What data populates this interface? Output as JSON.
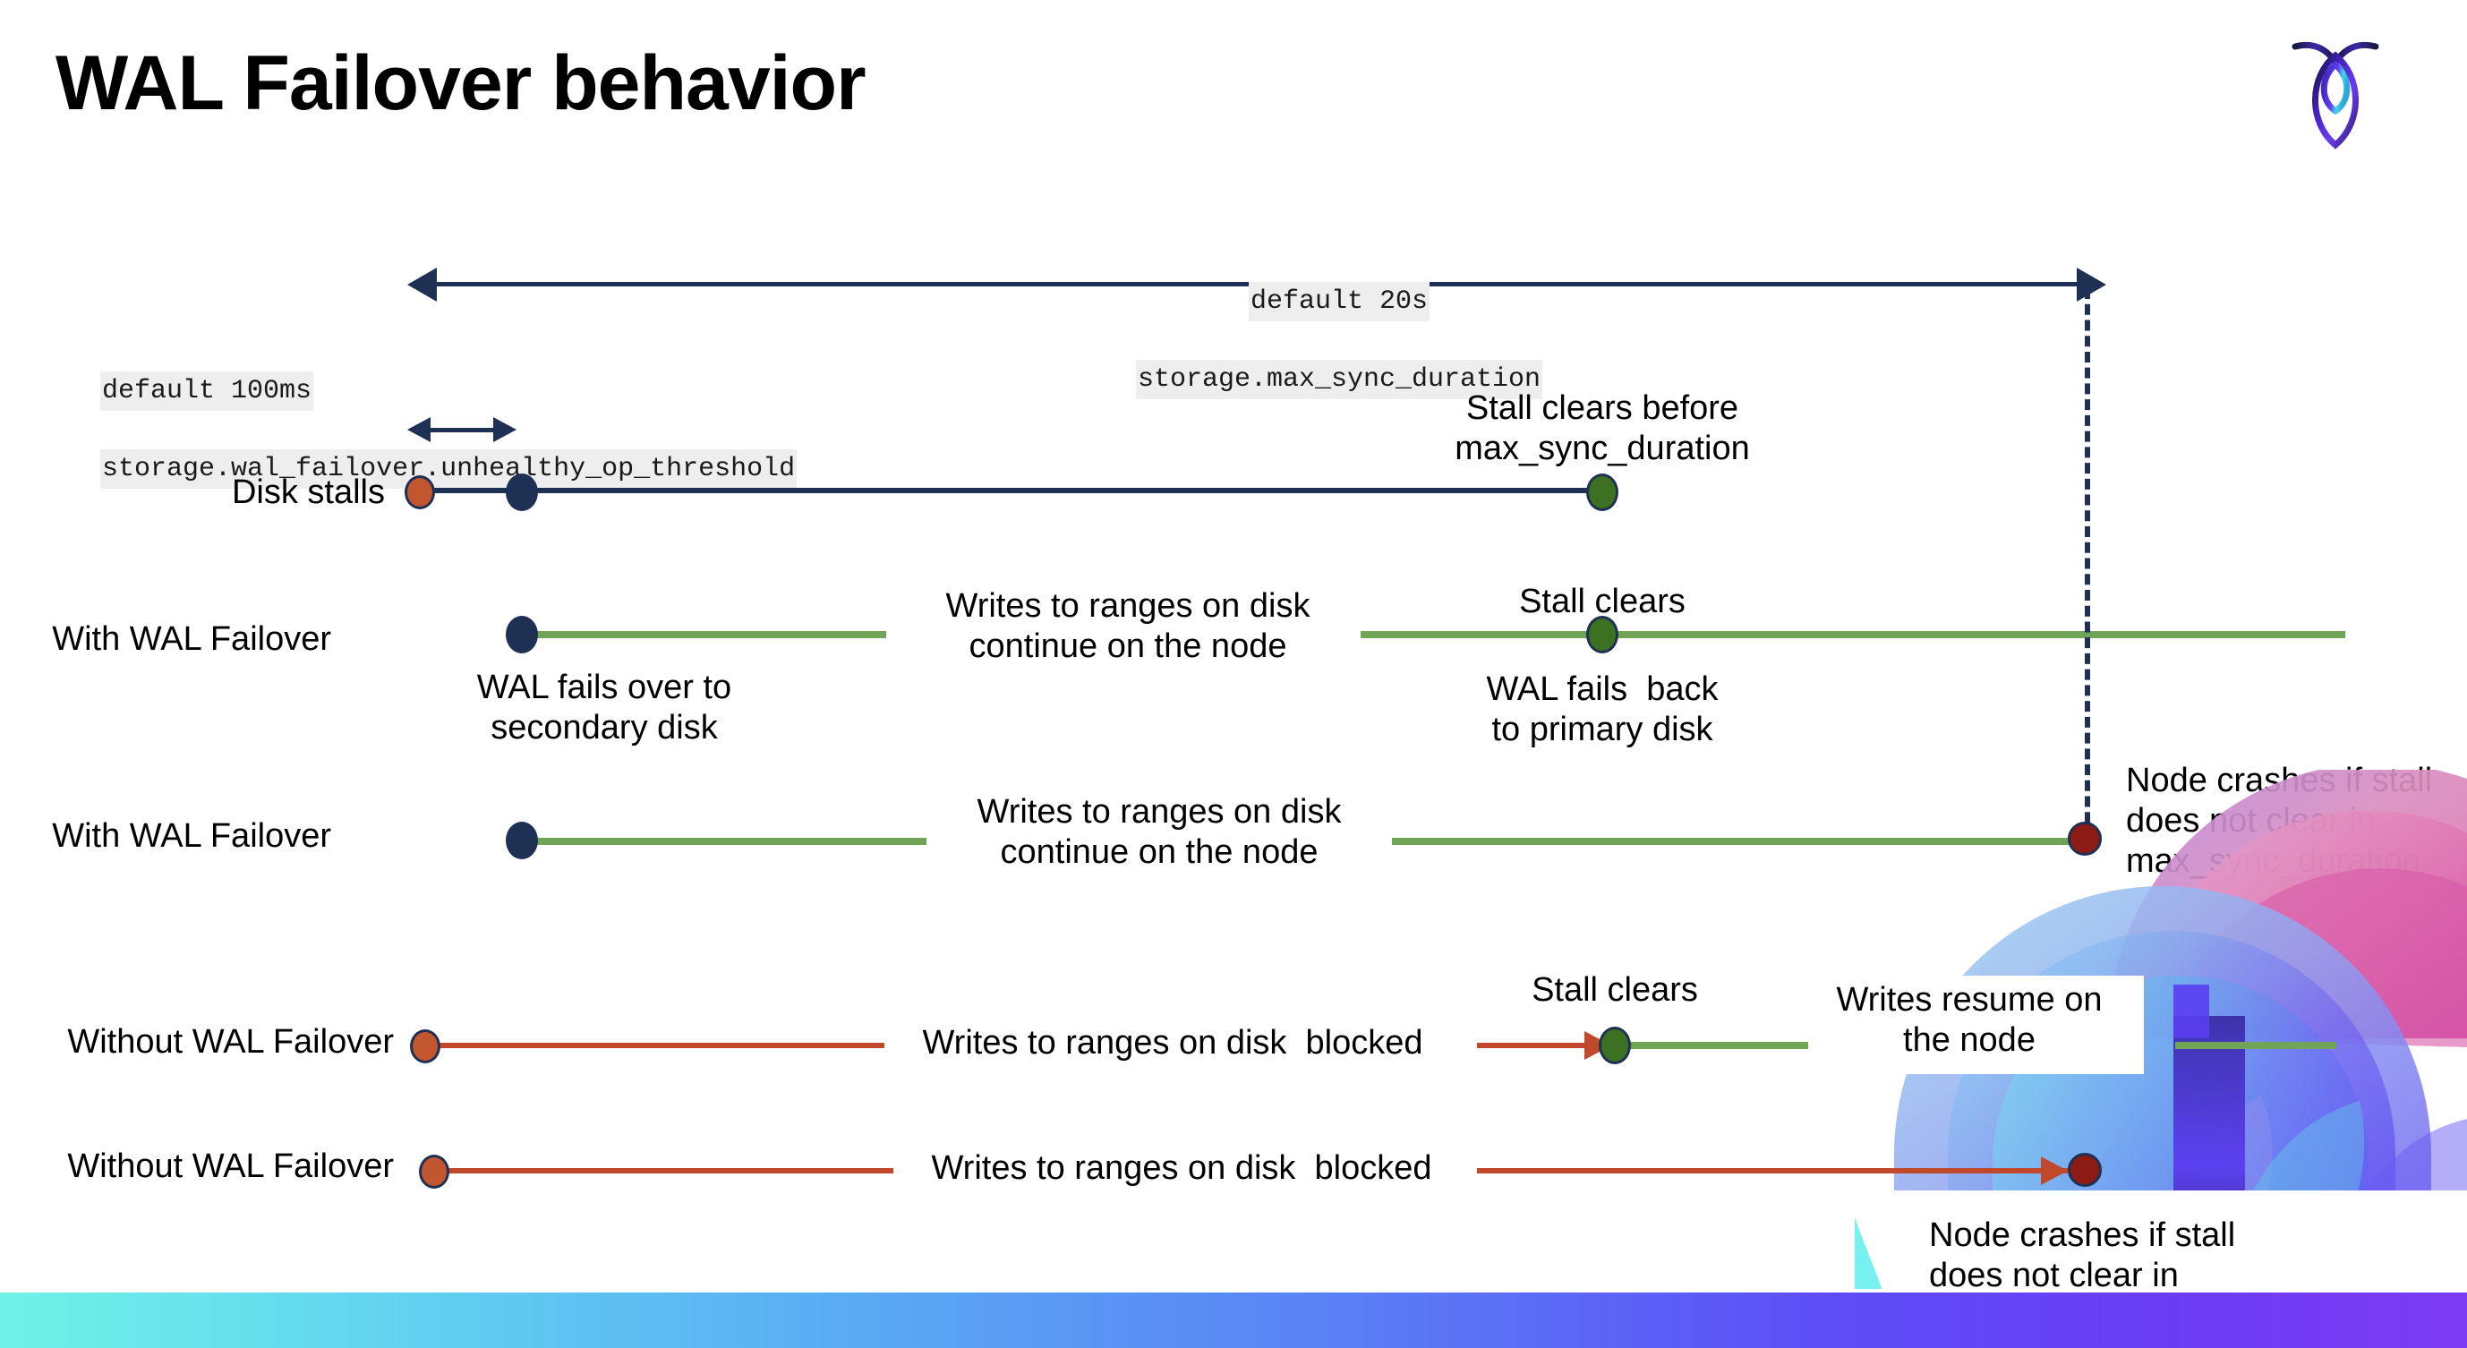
{
  "slide": {
    "title": "WAL Failover behavior",
    "logo_name": "cockroachdb-logo"
  },
  "settings": {
    "top_default": "default 20s",
    "top_setting": "storage.max_sync_duration",
    "left_default": "default 100ms",
    "left_setting": "storage.wal_failover.unhealthy_op_threshold"
  },
  "rows": {
    "disk_stalls": {
      "label": "Disk stalls",
      "annotation": "Stall clears before\nmax_sync_duration"
    },
    "with_failover_1": {
      "label": "With WAL Failover",
      "start_note": "WAL fails over to\nsecondary disk",
      "middle_note": "Writes to ranges on disk\ncontinue on the node",
      "clear_note": "Stall clears",
      "end_note": "WAL fails  back\nto primary disk"
    },
    "with_failover_2": {
      "label": "With WAL Failover",
      "middle_note": "Writes to ranges on disk\ncontinue on the node",
      "crash_note": "Node crashes if stall\ndoes not clear in\nmax_sync_duration"
    },
    "without_failover_1": {
      "label": "Without WAL Failover",
      "blocked_note": "Writes to ranges on disk  blocked",
      "clear_note": "Stall clears",
      "resume_note": "Writes resume on\nthe node"
    },
    "without_failover_2": {
      "label": "Without WAL Failover",
      "blocked_note": "Writes to ranges on disk  blocked",
      "crash_note": "Node crashes if stall\ndoes not clear in\nmax_sync_duration"
    }
  },
  "colors": {
    "navy": "#1f3055",
    "green_line": "#70a456",
    "red_line": "#c0492b",
    "dot_orange": "#c1562f",
    "dot_navy": "#1f3055",
    "dot_green": "#3d7122",
    "dot_darkred": "#8c1b14",
    "code_bg": "#eeeeee",
    "bottom_bar_from": "#6ff2e6",
    "bottom_bar_to": "#7d3cf4"
  }
}
